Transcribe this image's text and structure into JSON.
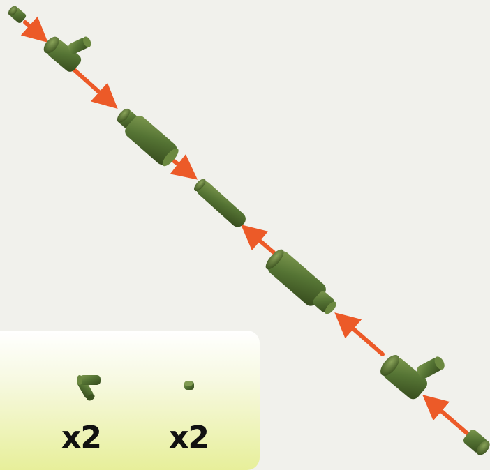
{
  "parts_panel": {
    "items": [
      {
        "part": "elbow-connector",
        "quantity_label": "x2"
      },
      {
        "part": "end-cap",
        "quantity_label": "x2"
      }
    ]
  },
  "colors": {
    "part_green": "#4f6b2d",
    "part_green_dark": "#3b521f",
    "part_green_light": "#7f9a50",
    "arrow_orange": "#ec5a28",
    "background": "#f1f1ec",
    "panel_gradient_end": "#e7ef9a"
  }
}
